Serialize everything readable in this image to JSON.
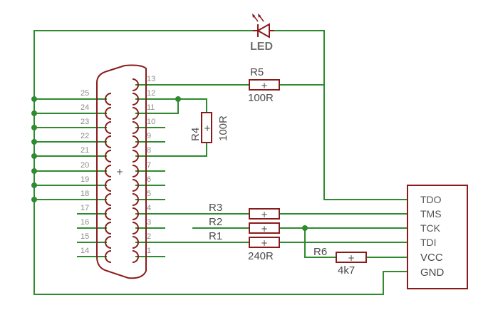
{
  "db25": {
    "pins_left": [
      "25",
      "24",
      "23",
      "22",
      "21",
      "20",
      "19",
      "18",
      "17",
      "16",
      "15",
      "14"
    ],
    "pins_right": [
      "13",
      "12",
      "11",
      "10",
      "9",
      "8",
      "7",
      "6",
      "5",
      "4",
      "3",
      "2",
      "1"
    ]
  },
  "components": {
    "led": "LED",
    "r5_name": "R5",
    "r5_value": "100R",
    "r4_name": "R4",
    "r4_value": "100R",
    "r3_name": "R3",
    "r2_name": "R2",
    "r1_name": "R1",
    "r123_value": "240R",
    "r6_name": "R6",
    "r6_value": "4k7",
    "plus": "+"
  },
  "jtag": {
    "pins": [
      "TDO",
      "TMS",
      "TCK",
      "TDI",
      "VCC",
      "GND"
    ]
  },
  "colors": {
    "wire": "#2e8b2e",
    "part": "#8a1b1b"
  }
}
